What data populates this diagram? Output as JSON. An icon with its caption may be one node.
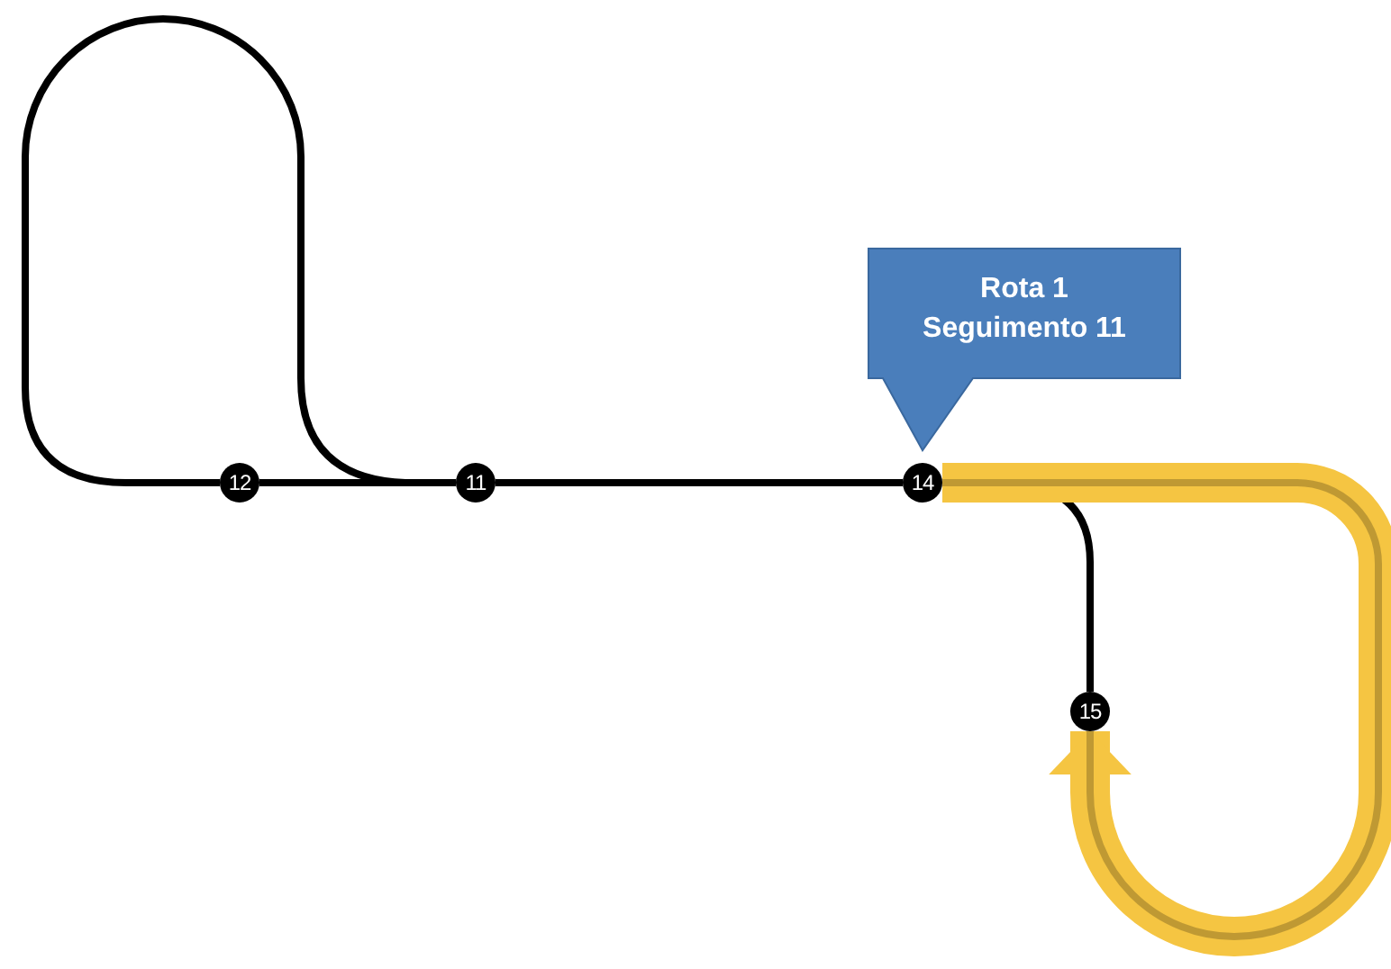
{
  "diagram": {
    "nodes": [
      {
        "text": [
          "Rota 1 Seguimento 11"
        ]
      },
      {
        "text": [
          "12"
        ]
      },
      {
        "text": [
          "11"
        ]
      },
      {
        "text": [
          "14"
        ]
      },
      {
        "text": [
          "15"
        ]
      }
    ],
    "edges": [
      {
        "from": 1,
        "to": 2,
        "arrow": "none"
      },
      {
        "from": 1,
        "to": 2,
        "arrow": "none"
      },
      {
        "from": 2,
        "to": 3,
        "arrow": "none"
      },
      {
        "from": 3,
        "to": 4,
        "arrow": "none"
      },
      {
        "from": 3,
        "to": 4,
        "arrow": "to",
        "style": "thick",
        "color": "#f5c542"
      }
    ]
  }
}
